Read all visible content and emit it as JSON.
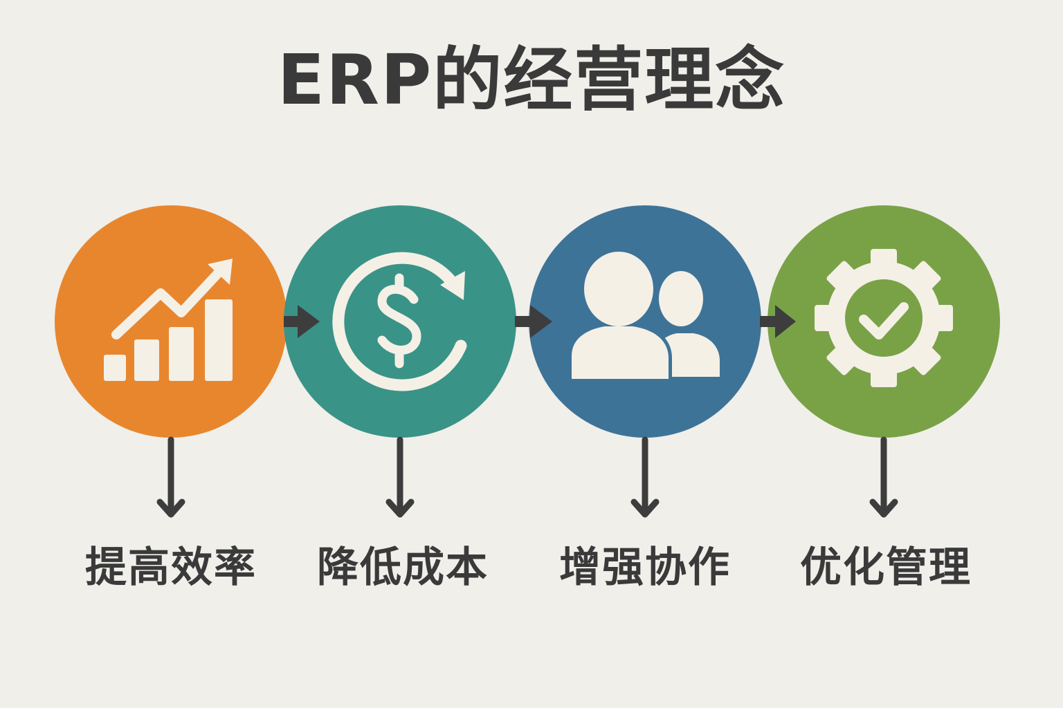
{
  "title": "ERP的经营理念",
  "colors": {
    "background": "#f0efea",
    "text": "#3a3a3a",
    "arrow": "#3d3d3d",
    "icon": "#f4f0e6",
    "circle_1": "#e8862e",
    "circle_2": "#3a9387",
    "circle_3": "#3e7398",
    "circle_4": "#79a247"
  },
  "steps": [
    {
      "label": "提高效率",
      "icon": "growth-chart-icon"
    },
    {
      "label": "降低成本",
      "icon": "dollar-cycle-icon"
    },
    {
      "label": "增强协作",
      "icon": "people-icon"
    },
    {
      "label": "优化管理",
      "icon": "gear-check-icon"
    }
  ]
}
